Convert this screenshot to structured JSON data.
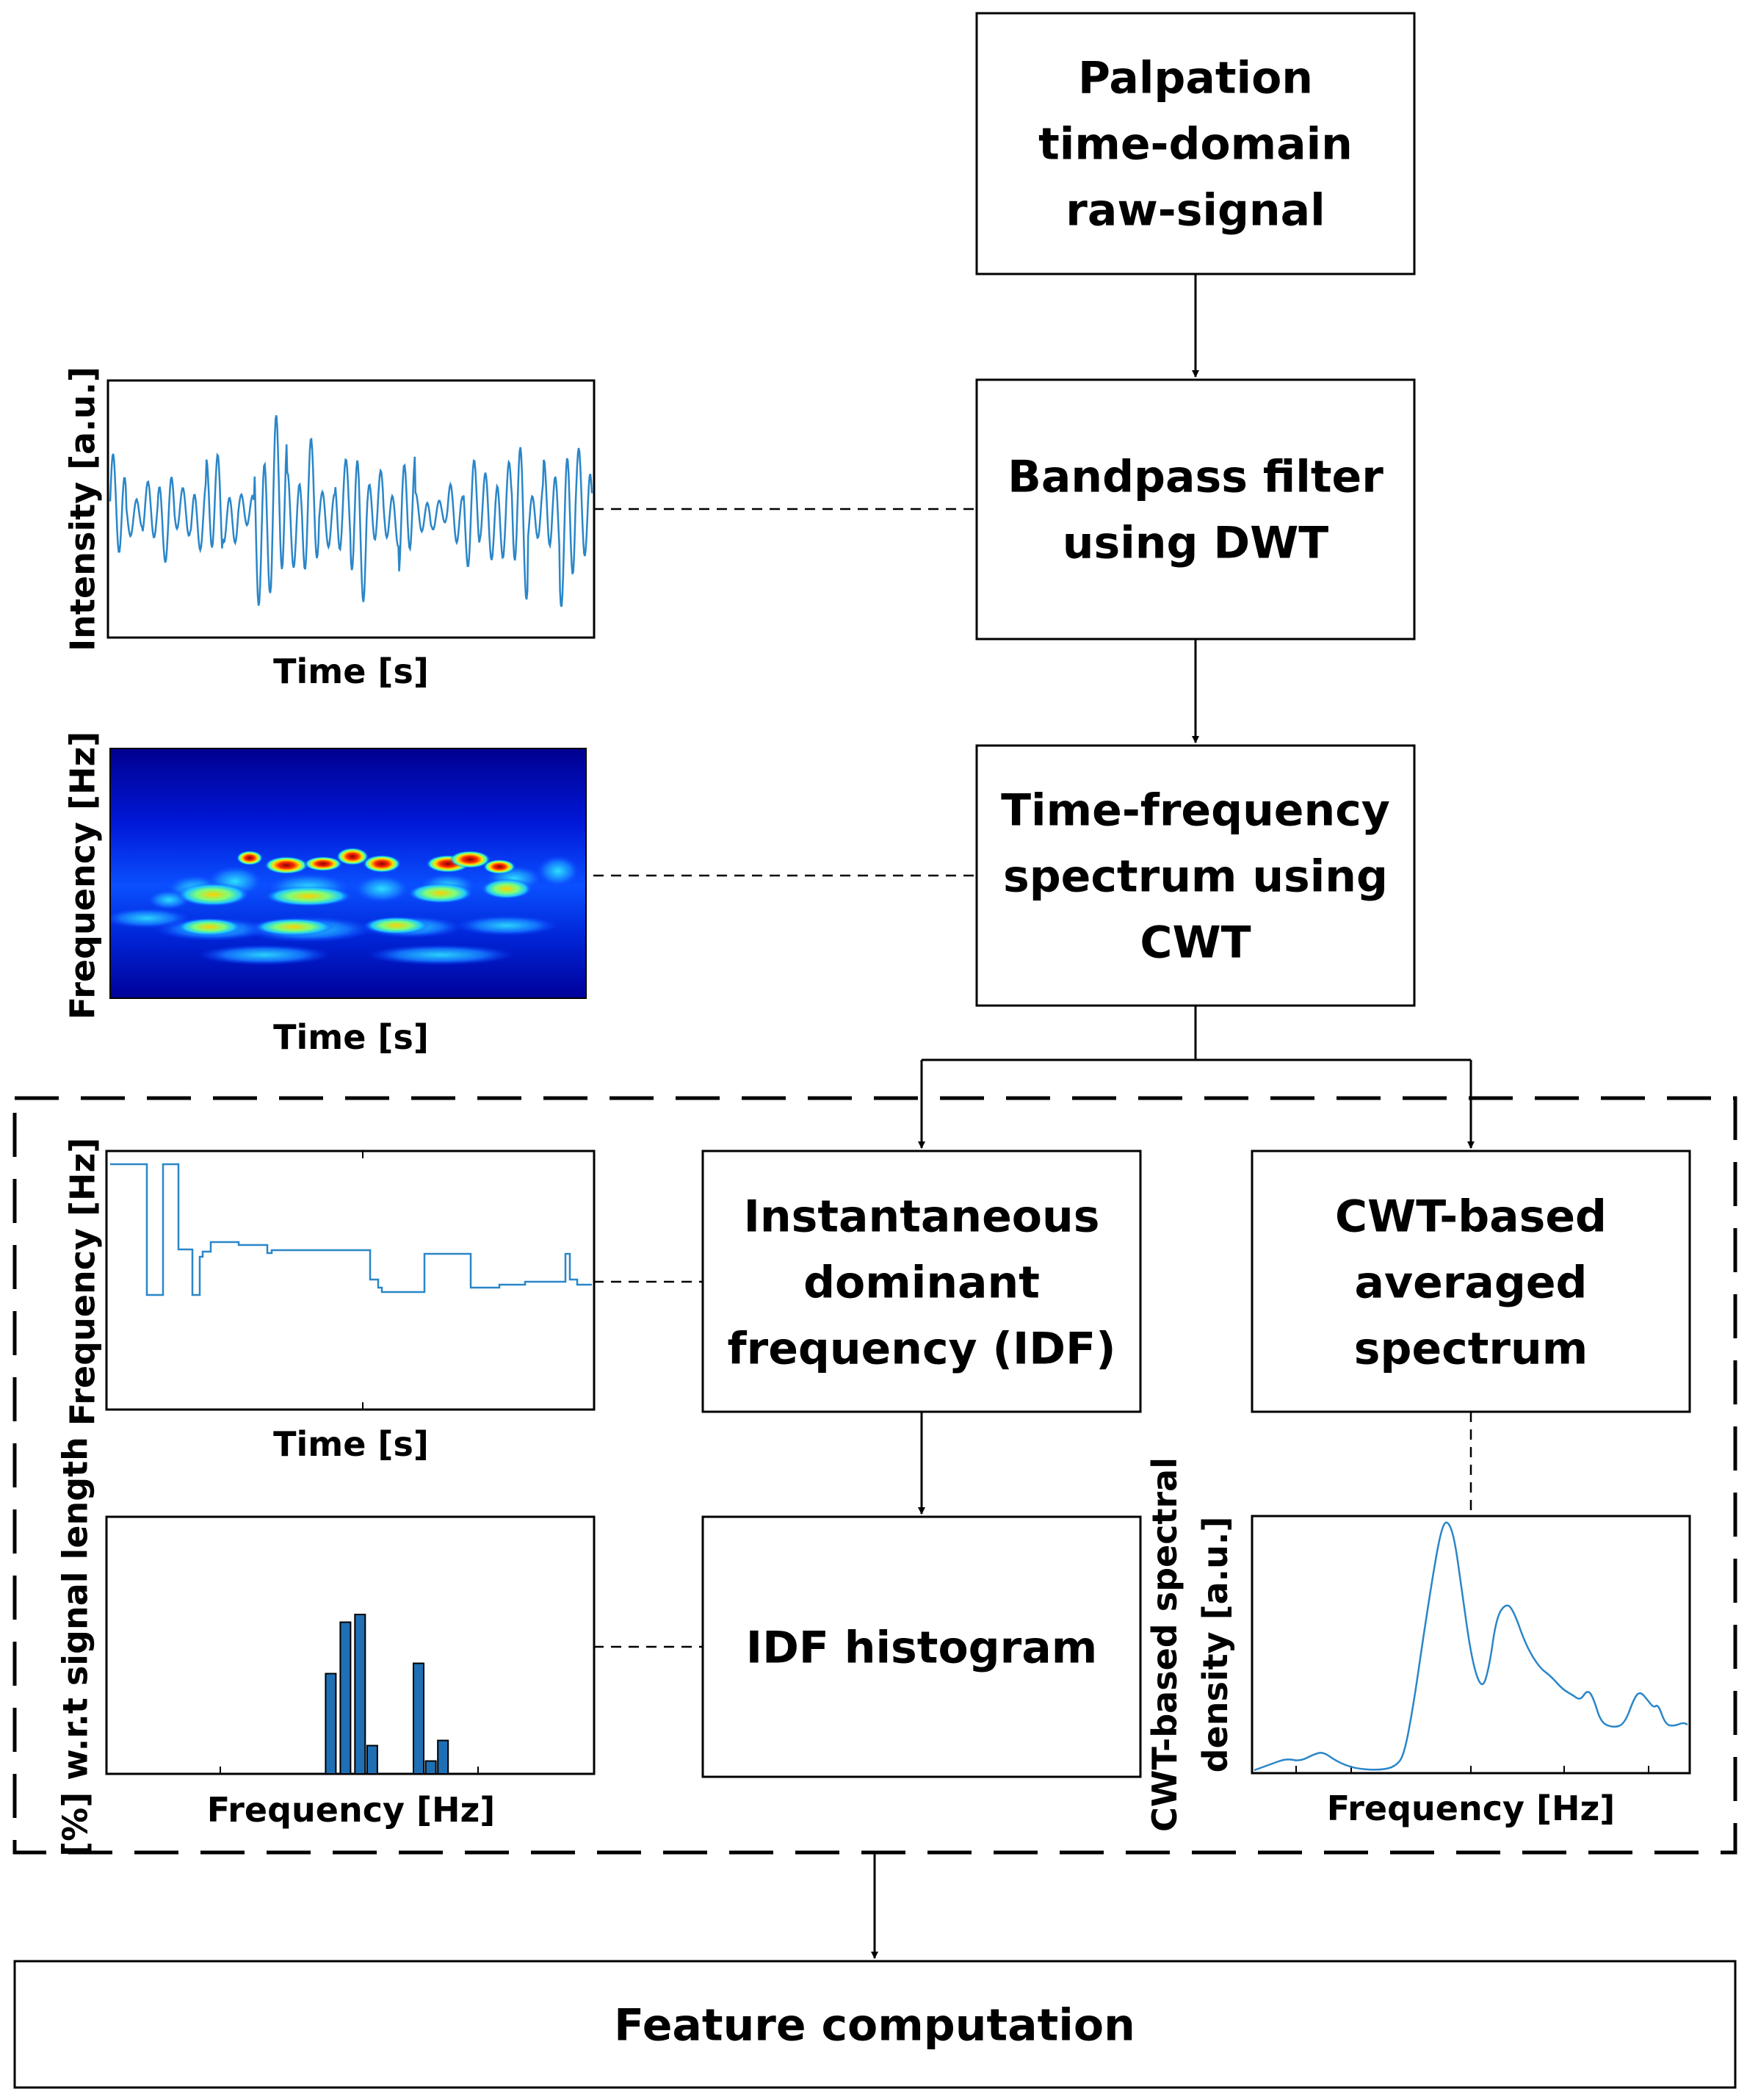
{
  "boxes": {
    "raw": {
      "lines": [
        "Palpation",
        "time-domain",
        "raw-signal"
      ]
    },
    "bandpass": {
      "lines": [
        "Bandpass filter",
        "using DWT"
      ]
    },
    "cwt": {
      "lines": [
        "Time-frequency",
        "spectrum using",
        "CWT"
      ]
    },
    "idf": {
      "lines": [
        "Instantaneous",
        "dominant",
        "frequency (IDF)"
      ]
    },
    "avg": {
      "lines": [
        "CWT-based",
        "averaged",
        "spectrum"
      ]
    },
    "hist": {
      "lines": [
        "IDF histogram"
      ]
    },
    "feature": {
      "lines": [
        "Feature computation"
      ]
    }
  },
  "plots": {
    "signal": {
      "ylabel": [
        "Intensity [a.u.]"
      ],
      "xlabel": "Time [s]",
      "color": "#2a86c8"
    },
    "scalogram": {
      "ylabel": [
        "Frequency [Hz]"
      ],
      "xlabel": "Time [s]"
    },
    "idf_trace": {
      "ylabel": [
        "Frequency [Hz]"
      ],
      "xlabel": "Time [s]",
      "color": "#2a86c8"
    },
    "histogram": {
      "ylabel": [
        "[%] w.r.t signal length"
      ],
      "xlabel": "Frequency [Hz]",
      "color": "#1f6fb4",
      "bars": [
        {
          "x": 0.46,
          "v": 0.39
        },
        {
          "x": 0.49,
          "v": 0.59
        },
        {
          "x": 0.52,
          "v": 0.62
        },
        {
          "x": 0.545,
          "v": 0.11
        },
        {
          "x": 0.64,
          "v": 0.43
        },
        {
          "x": 0.665,
          "v": 0.05
        },
        {
          "x": 0.69,
          "v": 0.13
        }
      ]
    },
    "spectrum": {
      "ylabel": [
        "CWT-based spectral",
        "density [a.u.]"
      ],
      "xlabel": "Frequency [Hz]",
      "color": "#2a86c8"
    }
  },
  "colors": {
    "line": "#000000",
    "series": "#2a86c8"
  }
}
